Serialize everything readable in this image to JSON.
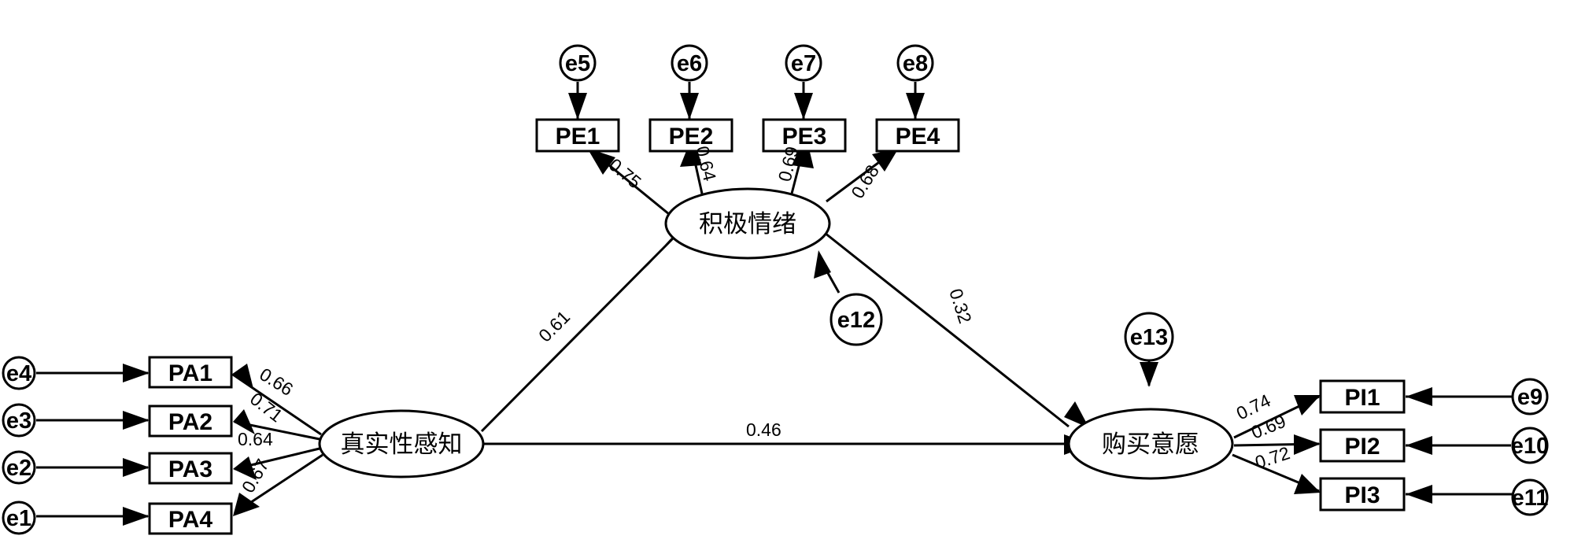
{
  "latents": [
    {
      "id": "ta",
      "label": "真实性感知"
    },
    {
      "id": "pe",
      "label": "积极情绪"
    },
    {
      "id": "pi",
      "label": "购买意愿"
    }
  ],
  "observed": [
    {
      "id": "PA1",
      "label": "PA1"
    },
    {
      "id": "PA2",
      "label": "PA2"
    },
    {
      "id": "PA3",
      "label": "PA3"
    },
    {
      "id": "PA4",
      "label": "PA4"
    },
    {
      "id": "PE1",
      "label": "PE1"
    },
    {
      "id": "PE2",
      "label": "PE2"
    },
    {
      "id": "PE3",
      "label": "PE3"
    },
    {
      "id": "PE4",
      "label": "PE4"
    },
    {
      "id": "PI1",
      "label": "PI1"
    },
    {
      "id": "PI2",
      "label": "PI2"
    },
    {
      "id": "PI3",
      "label": "PI3"
    }
  ],
  "errors": [
    {
      "id": "e1",
      "label": "e1",
      "target": "PA4"
    },
    {
      "id": "e2",
      "label": "e2",
      "target": "PA3"
    },
    {
      "id": "e3",
      "label": "e3",
      "target": "PA2"
    },
    {
      "id": "e4",
      "label": "e4",
      "target": "PA1"
    },
    {
      "id": "e5",
      "label": "e5",
      "target": "PE1"
    },
    {
      "id": "e6",
      "label": "e6",
      "target": "PE2"
    },
    {
      "id": "e7",
      "label": "e7",
      "target": "PE3"
    },
    {
      "id": "e8",
      "label": "e8",
      "target": "PE4"
    },
    {
      "id": "e9",
      "label": "e9",
      "target": "PI1"
    },
    {
      "id": "e10",
      "label": "e10",
      "target": "PI2"
    },
    {
      "id": "e11",
      "label": "e11",
      "target": "PI3"
    },
    {
      "id": "e12",
      "label": "e12",
      "target": "pe"
    },
    {
      "id": "e13",
      "label": "e13",
      "target": "pi"
    }
  ],
  "loadings": [
    {
      "from": "ta",
      "to": "PA1",
      "value": "0.66"
    },
    {
      "from": "ta",
      "to": "PA2",
      "value": "0.71"
    },
    {
      "from": "ta",
      "to": "PA3",
      "value": "0.64"
    },
    {
      "from": "ta",
      "to": "PA4",
      "value": "0.67"
    },
    {
      "from": "pe",
      "to": "PE1",
      "value": "0.75"
    },
    {
      "from": "pe",
      "to": "PE2",
      "value": "0.64"
    },
    {
      "from": "pe",
      "to": "PE3",
      "value": "0.69"
    },
    {
      "from": "pe",
      "to": "PE4",
      "value": "0.68"
    },
    {
      "from": "pi",
      "to": "PI1",
      "value": "0.74"
    },
    {
      "from": "pi",
      "to": "PI2",
      "value": "0.69"
    },
    {
      "from": "pi",
      "to": "PI3",
      "value": "0.72"
    }
  ],
  "paths": [
    {
      "from": "ta",
      "to": "pe",
      "value": "0.61"
    },
    {
      "from": "pe",
      "to": "pi",
      "value": "0.32"
    },
    {
      "from": "ta",
      "to": "pi",
      "value": "0.46"
    }
  ]
}
